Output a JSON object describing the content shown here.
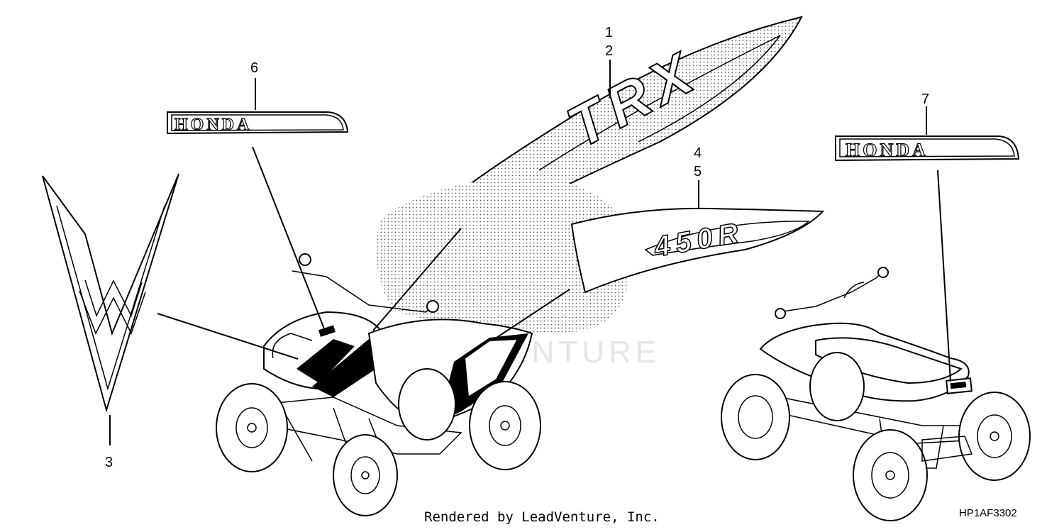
{
  "callouts": {
    "c1": "1",
    "c2": "2",
    "c3": "3",
    "c4": "4",
    "c5": "5",
    "c6": "6",
    "c7": "7"
  },
  "emblems": {
    "left_badge": "HONDA",
    "right_badge": "HONDA",
    "tank_stripe": "TRX",
    "shroud_stripe": "450R"
  },
  "footer": {
    "credit": "Rendered by LeadVenture, Inc.",
    "diagram_code": "HP1AF3302"
  },
  "watermark": {
    "text": "LEADVENTURE"
  },
  "icons": {
    "part_emblem_left": "honda-badge-icon",
    "part_emblem_right": "honda-badge-icon",
    "front_v_stripe": "v-stripe-icon"
  }
}
